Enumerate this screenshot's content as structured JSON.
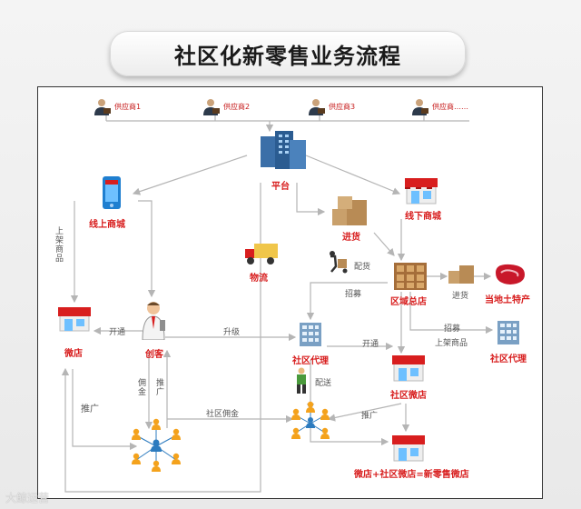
{
  "title": "社区化新零售业务流程",
  "suppliers": [
    "供应商1",
    "供应商2",
    "供应商3",
    "供应商……"
  ],
  "nodes": {
    "platform": "平台",
    "online_mall": "线上商城",
    "offline_mall": "线下商城",
    "logistics": "物流",
    "stock_in": "进货",
    "regional_hq": "区域总店",
    "stock_in_2": "进货",
    "local_specialty": "当地土特产",
    "micro_store": "微店",
    "creator": "创客",
    "community_agent": "社区代理",
    "community_agent_right": "社区代理",
    "community_micro_store": "社区微店",
    "final_store": "微店+社区微店=新零售微店"
  },
  "edge_labels": {
    "list_goods_vertical": "上架商品",
    "open_1": "开通",
    "upgrade": "升级",
    "open_2": "开通",
    "distribution": "配货",
    "recruit_1": "招募",
    "recruit_2": "招募",
    "list_goods_2": "上架商品",
    "delivery": "配送",
    "commission": "佣金",
    "promote_vertical": "推广",
    "promote_1": "推广",
    "community_commission": "社区佣金",
    "promote_2": "推广"
  },
  "watermark": "大鲸运营",
  "colors": {
    "accent_red": "#d81e1e",
    "line_gray": "#b5b5b5",
    "network_orange": "#f4a21c",
    "network_blue": "#2c7bbf"
  }
}
